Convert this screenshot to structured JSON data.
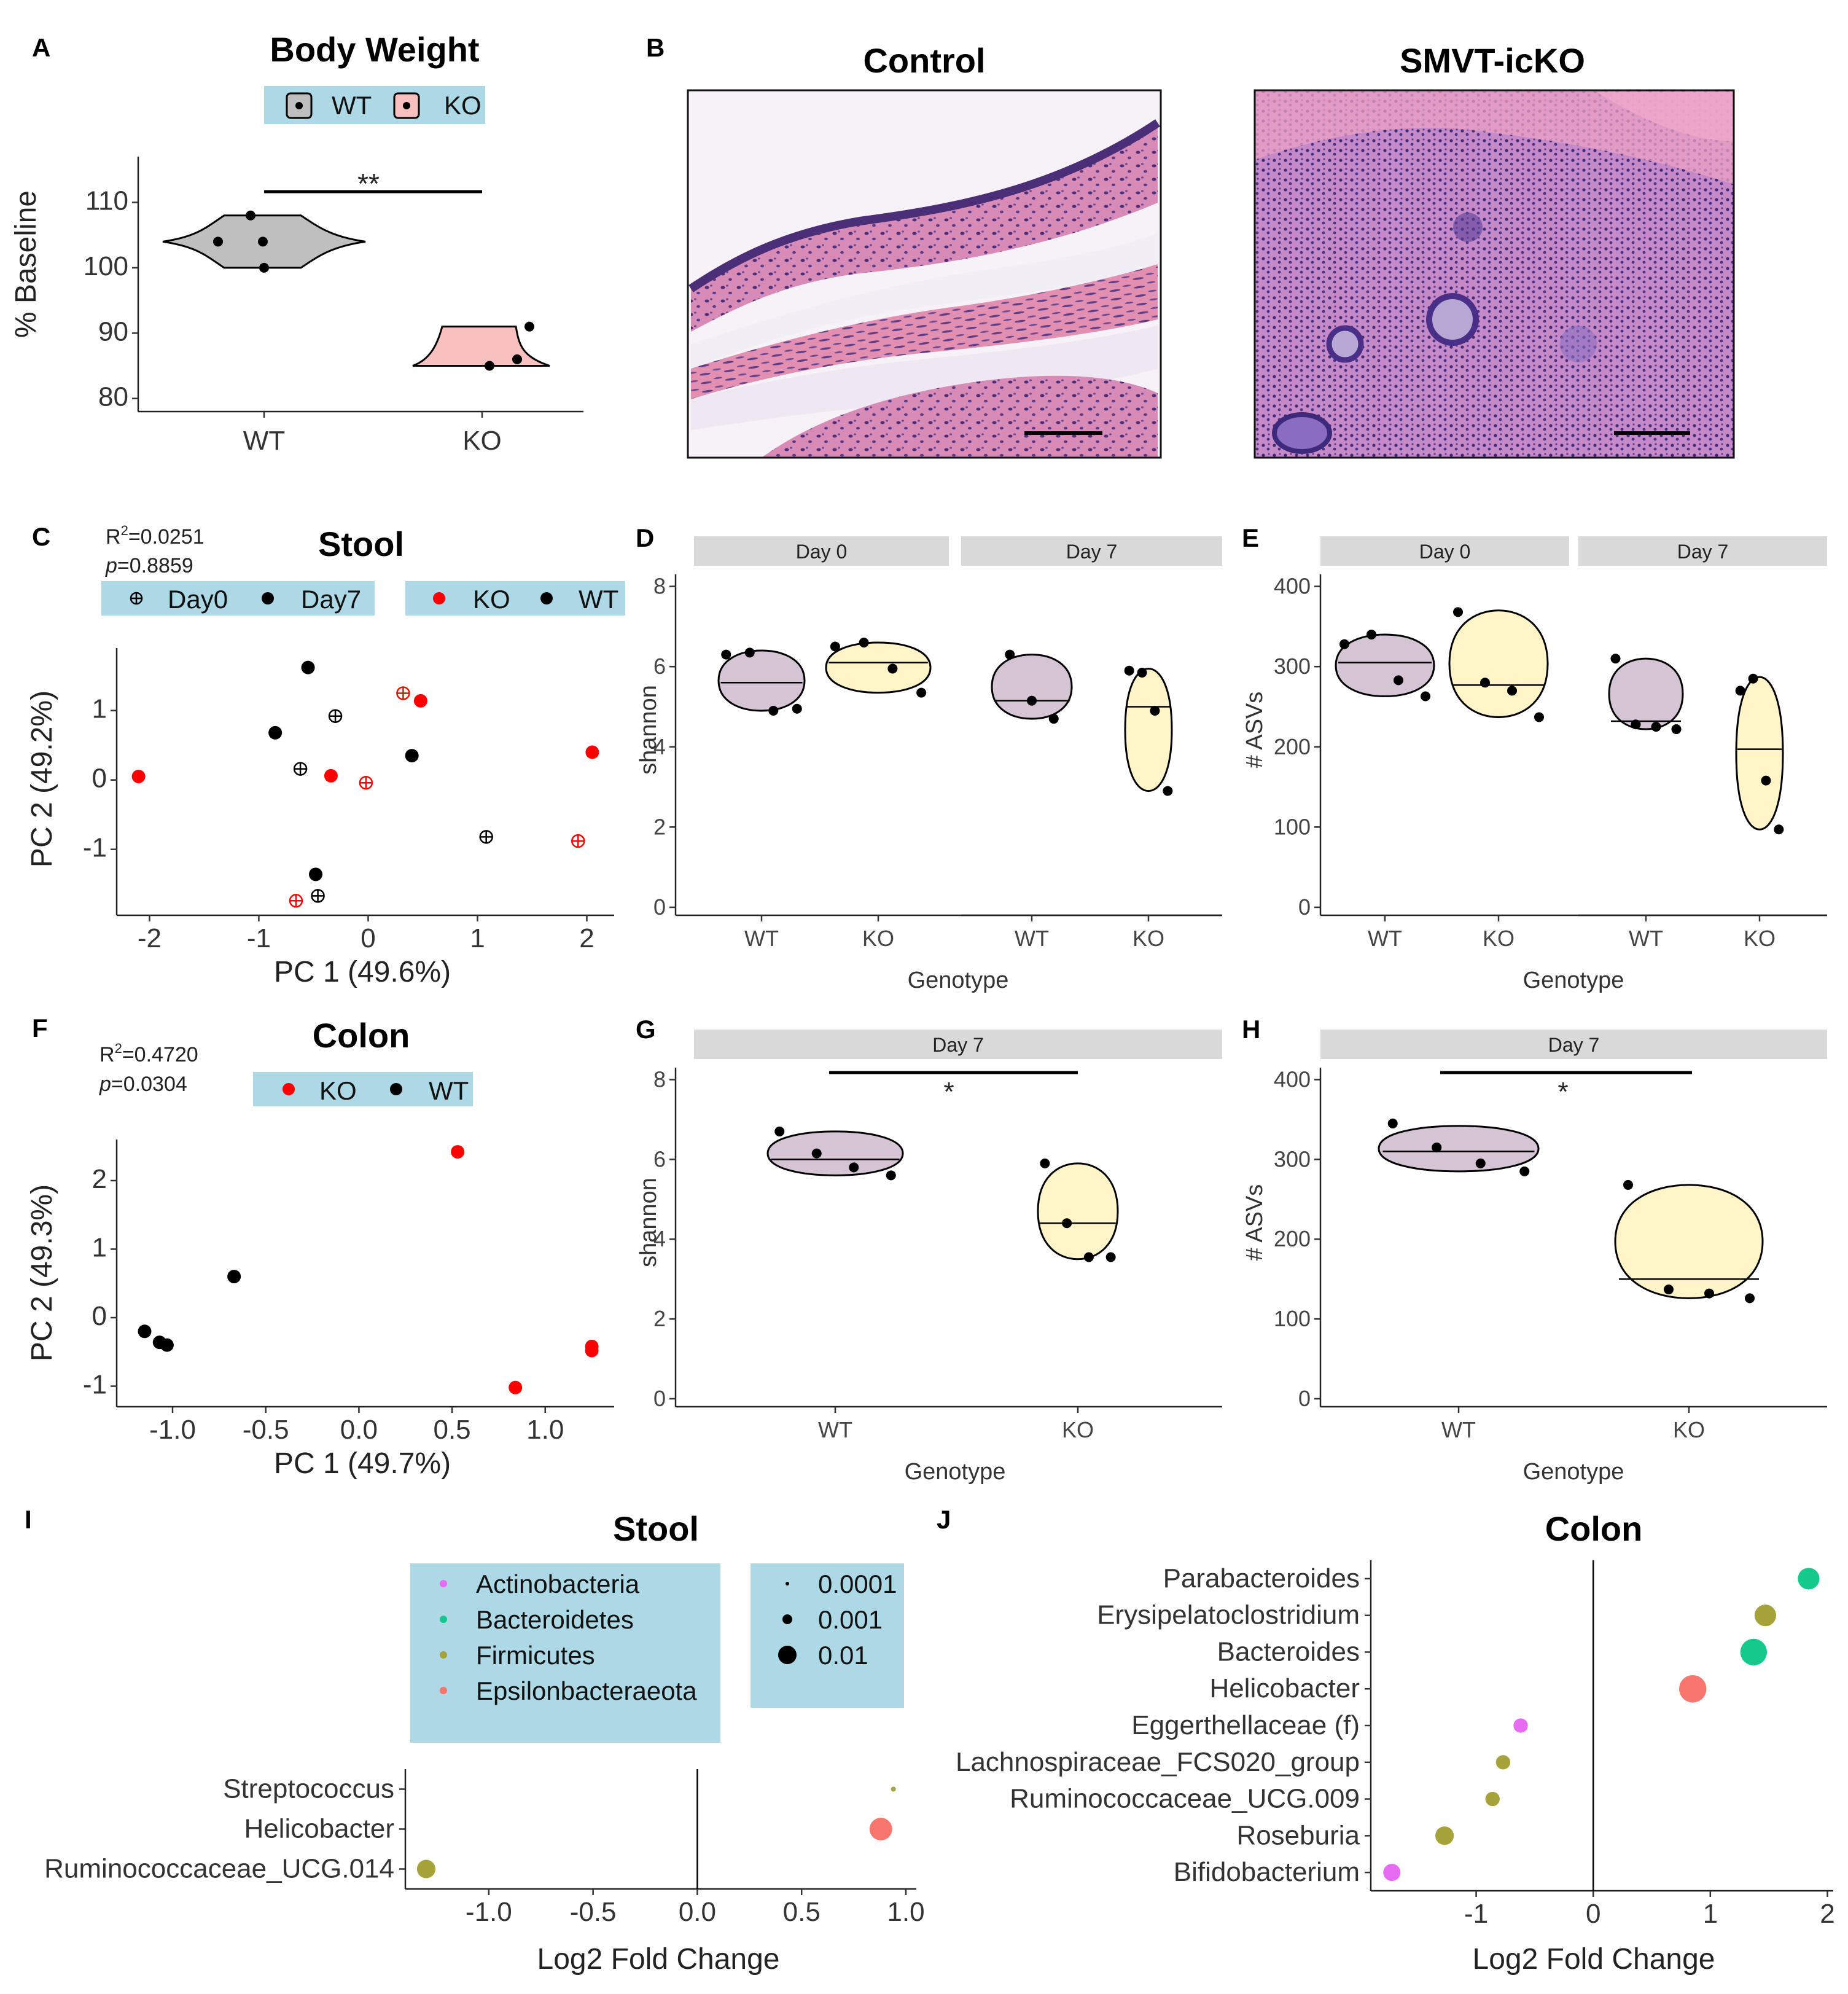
{
  "panel_labels": [
    "A",
    "B",
    "C",
    "D",
    "E",
    "F",
    "G",
    "H",
    "I",
    "J"
  ],
  "colors": {
    "wt_grey": "#bfbfbf",
    "ko_pink": "#f9c0c0",
    "wt_violin": "#d4c4d4",
    "ko_violin": "#fff5c8",
    "legend_bg": "#add8e6",
    "red": "#ff0000",
    "black": "#000000",
    "strip": "#d9d9d9",
    "Actinobacteria": "#e66bf2",
    "Bacteroidetes": "#13c98b",
    "Firmicutes": "#a6a33a",
    "Epsilonbacteraeota": "#f8766d"
  },
  "A": {
    "title": "Body Weight",
    "legend": [
      "WT",
      "KO"
    ],
    "sig": "**",
    "chart_data": {
      "type": "violin",
      "title": "Body Weight",
      "ylabel": "% Baseline",
      "categories": [
        "WT",
        "KO"
      ],
      "yticks": [
        80,
        90,
        100,
        110
      ],
      "ylim": [
        78,
        117
      ],
      "series": [
        {
          "name": "WT",
          "points": [
            104,
            108,
            104,
            100
          ]
        },
        {
          "name": "KO",
          "points": [
            85,
            86,
            91
          ]
        }
      ]
    }
  },
  "B": {
    "left_title": "Control",
    "right_title": "SMVT-icKO"
  },
  "C": {
    "title": "Stool",
    "r2_label": "R",
    "r2_sup": "2",
    "r2_value": "=0.0251",
    "p_label": "p",
    "p_value": "=0.8859",
    "legend_day": [
      "Day0",
      "Day7"
    ],
    "legend_geno": [
      "KO",
      "WT"
    ],
    "chart_data": {
      "type": "scatter",
      "xlabel": "PC 1 (49.6%)",
      "ylabel": "PC 2 (49.2%)",
      "xticks": [
        -2,
        -1,
        0,
        1,
        2
      ],
      "yticks": [
        -1,
        0,
        1
      ],
      "xlim": [
        -2.3,
        2.25
      ],
      "ylim": [
        -1.95,
        1.9
      ],
      "points": [
        {
          "x": -0.55,
          "y": 1.62,
          "genotype": "WT",
          "day": "Day7"
        },
        {
          "x": -0.85,
          "y": 0.68,
          "genotype": "WT",
          "day": "Day7"
        },
        {
          "x": -0.3,
          "y": 0.92,
          "genotype": "WT",
          "day": "Day0"
        },
        {
          "x": 0.32,
          "y": 1.25,
          "genotype": "KO",
          "day": "Day0"
        },
        {
          "x": 0.48,
          "y": 1.14,
          "genotype": "KO",
          "day": "Day7"
        },
        {
          "x": 0.4,
          "y": 0.35,
          "genotype": "WT",
          "day": "Day7"
        },
        {
          "x": 2.05,
          "y": 0.4,
          "genotype": "KO",
          "day": "Day7"
        },
        {
          "x": -2.1,
          "y": 0.05,
          "genotype": "KO",
          "day": "Day7"
        },
        {
          "x": -0.62,
          "y": 0.16,
          "genotype": "WT",
          "day": "Day0"
        },
        {
          "x": -0.34,
          "y": 0.06,
          "genotype": "KO",
          "day": "Day7"
        },
        {
          "x": -0.02,
          "y": -0.04,
          "genotype": "KO",
          "day": "Day0"
        },
        {
          "x": 1.08,
          "y": -0.82,
          "genotype": "WT",
          "day": "Day0"
        },
        {
          "x": 1.92,
          "y": -0.88,
          "genotype": "KO",
          "day": "Day0"
        },
        {
          "x": -0.48,
          "y": -1.36,
          "genotype": "WT",
          "day": "Day7"
        },
        {
          "x": -0.46,
          "y": -1.67,
          "genotype": "WT",
          "day": "Day0"
        },
        {
          "x": -0.66,
          "y": -1.74,
          "genotype": "KO",
          "day": "Day0"
        }
      ]
    }
  },
  "D": {
    "chart_data": {
      "type": "violin",
      "xlabel": "Genotype",
      "ylabel": "shannon",
      "facets": [
        "Day 0",
        "Day 7"
      ],
      "categories": [
        "WT",
        "KO"
      ],
      "yticks": [
        0,
        2,
        4,
        6,
        8
      ],
      "ylim": [
        -0.2,
        8.3
      ],
      "series": [
        {
          "facet": "Day 0",
          "category": "WT",
          "points": [
            6.3,
            6.35,
            4.9,
            4.95
          ],
          "median": 5.6,
          "range": [
            4.9,
            6.4
          ]
        },
        {
          "facet": "Day 0",
          "category": "KO",
          "points": [
            6.5,
            6.6,
            5.95,
            5.35
          ],
          "median": 6.1,
          "range": [
            5.35,
            6.6
          ]
        },
        {
          "facet": "Day 7",
          "category": "WT",
          "points": [
            6.3,
            5.15,
            4.7
          ],
          "median": 5.15,
          "range": [
            4.7,
            6.3
          ]
        },
        {
          "facet": "Day 7",
          "category": "KO",
          "points": [
            5.9,
            5.85,
            4.9,
            2.9
          ],
          "median": 5.0,
          "range": [
            2.9,
            5.95
          ]
        }
      ]
    }
  },
  "E": {
    "chart_data": {
      "type": "violin",
      "xlabel": "Genotype",
      "ylabel": "# ASVs",
      "facets": [
        "Day 0",
        "Day 7"
      ],
      "categories": [
        "WT",
        "KO"
      ],
      "yticks": [
        0,
        100,
        200,
        300,
        400
      ],
      "ylim": [
        -10,
        415
      ],
      "series": [
        {
          "facet": "Day 0",
          "category": "WT",
          "points": [
            328,
            340,
            283,
            263
          ],
          "median": 305,
          "range": [
            263,
            340
          ]
        },
        {
          "facet": "Day 0",
          "category": "KO",
          "points": [
            368,
            280,
            270,
            237
          ],
          "median": 277,
          "range": [
            237,
            370
          ]
        },
        {
          "facet": "Day 7",
          "category": "WT",
          "points": [
            310,
            228,
            225,
            222
          ],
          "median": 232,
          "range": [
            222,
            310
          ]
        },
        {
          "facet": "Day 7",
          "category": "KO",
          "points": [
            270,
            285,
            158,
            97
          ],
          "median": 197,
          "range": [
            97,
            287
          ]
        }
      ]
    }
  },
  "F": {
    "title": "Colon",
    "r2_label": "R",
    "r2_sup": "2",
    "r2_value": "=0.4720",
    "p_label": "p",
    "p_value": "=0.0304",
    "legend_geno": [
      "KO",
      "WT"
    ],
    "chart_data": {
      "type": "scatter",
      "xlabel": "PC 1 (49.7%)",
      "ylabel": "PC 2 (49.3%)",
      "xticks": [
        -1.0,
        -0.5,
        0.0,
        0.5,
        1.0
      ],
      "xticklabels": [
        "-1.0",
        "-0.5",
        "0.0",
        "0.5",
        "1.0"
      ],
      "yticks": [
        -1,
        0,
        1,
        2
      ],
      "xlim": [
        -1.3,
        1.37
      ],
      "ylim": [
        -1.3,
        2.6
      ],
      "points": [
        {
          "x": 0.53,
          "y": 2.42,
          "genotype": "KO"
        },
        {
          "x": -0.67,
          "y": 0.6,
          "genotype": "WT"
        },
        {
          "x": -1.15,
          "y": -0.2,
          "genotype": "WT"
        },
        {
          "x": -1.07,
          "y": -0.36,
          "genotype": "WT"
        },
        {
          "x": -1.03,
          "y": -0.4,
          "genotype": "WT"
        },
        {
          "x": 1.25,
          "y": -0.42,
          "genotype": "KO"
        },
        {
          "x": 1.25,
          "y": -0.48,
          "genotype": "KO"
        },
        {
          "x": 0.84,
          "y": -1.02,
          "genotype": "KO"
        }
      ]
    }
  },
  "G": {
    "sig": "*",
    "chart_data": {
      "type": "violin",
      "xlabel": "Genotype",
      "ylabel": "shannon",
      "facets": [
        "Day 7"
      ],
      "categories": [
        "WT",
        "KO"
      ],
      "yticks": [
        0,
        2,
        4,
        6,
        8
      ],
      "ylim": [
        -0.2,
        8.3
      ],
      "series": [
        {
          "facet": "Day 7",
          "category": "WT",
          "points": [
            6.7,
            6.15,
            5.8,
            5.6
          ],
          "median": 6.0,
          "range": [
            5.6,
            6.7
          ]
        },
        {
          "facet": "Day 7",
          "category": "KO",
          "points": [
            5.9,
            4.4,
            3.55,
            3.55
          ],
          "median": 4.4,
          "range": [
            3.5,
            5.9
          ]
        }
      ]
    }
  },
  "H": {
    "sig": "*",
    "chart_data": {
      "type": "violin",
      "xlabel": "Genotype",
      "ylabel": "# ASVs",
      "facets": [
        "Day 7"
      ],
      "categories": [
        "WT",
        "KO"
      ],
      "yticks": [
        0,
        100,
        200,
        300,
        400
      ],
      "ylim": [
        -10,
        415
      ],
      "series": [
        {
          "facet": "Day 7",
          "category": "WT",
          "points": [
            345,
            315,
            295,
            285
          ],
          "median": 310,
          "range": [
            285,
            342
          ]
        },
        {
          "facet": "Day 7",
          "category": "KO",
          "points": [
            268,
            137,
            132,
            126
          ],
          "median": 150,
          "range": [
            126,
            268
          ]
        }
      ]
    }
  },
  "I": {
    "title": "Stool",
    "phyla": [
      "Actinobacteria",
      "Bacteroidetes",
      "Firmicutes",
      "Epsilonbacteraeota"
    ],
    "sizes": [
      "0.0001",
      "0.001",
      "0.01"
    ],
    "chart_data": {
      "type": "scatter",
      "xlabel": "Log2 Fold Change",
      "xticks": [
        -1.0,
        -0.5,
        0.0,
        0.5,
        1.0
      ],
      "xticklabels": [
        "-1.0",
        "-0.5",
        "0.0",
        "0.5",
        "1.0"
      ],
      "xlim": [
        -1.4,
        1.05
      ],
      "categories": [
        "Streptococcus",
        "Helicobacter",
        "Ruminococcaceae_UCG.014"
      ],
      "points": [
        {
          "taxon": "Streptococcus",
          "lfc": 0.94,
          "phylum": "Firmicutes",
          "size": 0.0001
        },
        {
          "taxon": "Helicobacter",
          "lfc": 0.88,
          "phylum": "Epsilonbacteraeota",
          "size": 0.005
        },
        {
          "taxon": "Ruminococcaceae_UCG.014",
          "lfc": -1.3,
          "phylum": "Firmicutes",
          "size": 0.002
        }
      ]
    }
  },
  "J": {
    "title": "Colon",
    "chart_data": {
      "type": "scatter",
      "xlabel": "Log2 Fold Change",
      "xticks": [
        -1,
        0,
        1,
        2
      ],
      "xlim": [
        -1.9,
        2.05
      ],
      "categories": [
        "Parabacteroides",
        "Erysipelatoclostridium",
        "Bacteroides",
        "Helicobacter",
        "Eggerthellaceae (f)",
        "Lachnospiraceae_FCS020_group",
        "Ruminococcaceae_UCG.009",
        "Roseburia",
        "Bifidobacterium"
      ],
      "points": [
        {
          "taxon": "Parabacteroides",
          "lfc": 1.84,
          "phylum": "Bacteroidetes",
          "size": 0.004
        },
        {
          "taxon": "Erysipelatoclostridium",
          "lfc": 1.47,
          "phylum": "Firmicutes",
          "size": 0.004
        },
        {
          "taxon": "Bacteroides",
          "lfc": 1.37,
          "phylum": "Bacteroidetes",
          "size": 0.012
        },
        {
          "taxon": "Helicobacter",
          "lfc": 0.85,
          "phylum": "Epsilonbacteraeota",
          "size": 0.014
        },
        {
          "taxon": "Eggerthellaceae (f)",
          "lfc": -0.62,
          "phylum": "Actinobacteria",
          "size": 0.0008
        },
        {
          "taxon": "Lachnospiraceae_FCS020_group",
          "lfc": -0.77,
          "phylum": "Firmicutes",
          "size": 0.0008
        },
        {
          "taxon": "Ruminococcaceae_UCG.009",
          "lfc": -0.86,
          "phylum": "Firmicutes",
          "size": 0.0008
        },
        {
          "taxon": "Roseburia",
          "lfc": -1.27,
          "phylum": "Firmicutes",
          "size": 0.002
        },
        {
          "taxon": "Bifidobacterium",
          "lfc": -1.72,
          "phylum": "Actinobacteria",
          "size": 0.0015
        }
      ]
    }
  }
}
